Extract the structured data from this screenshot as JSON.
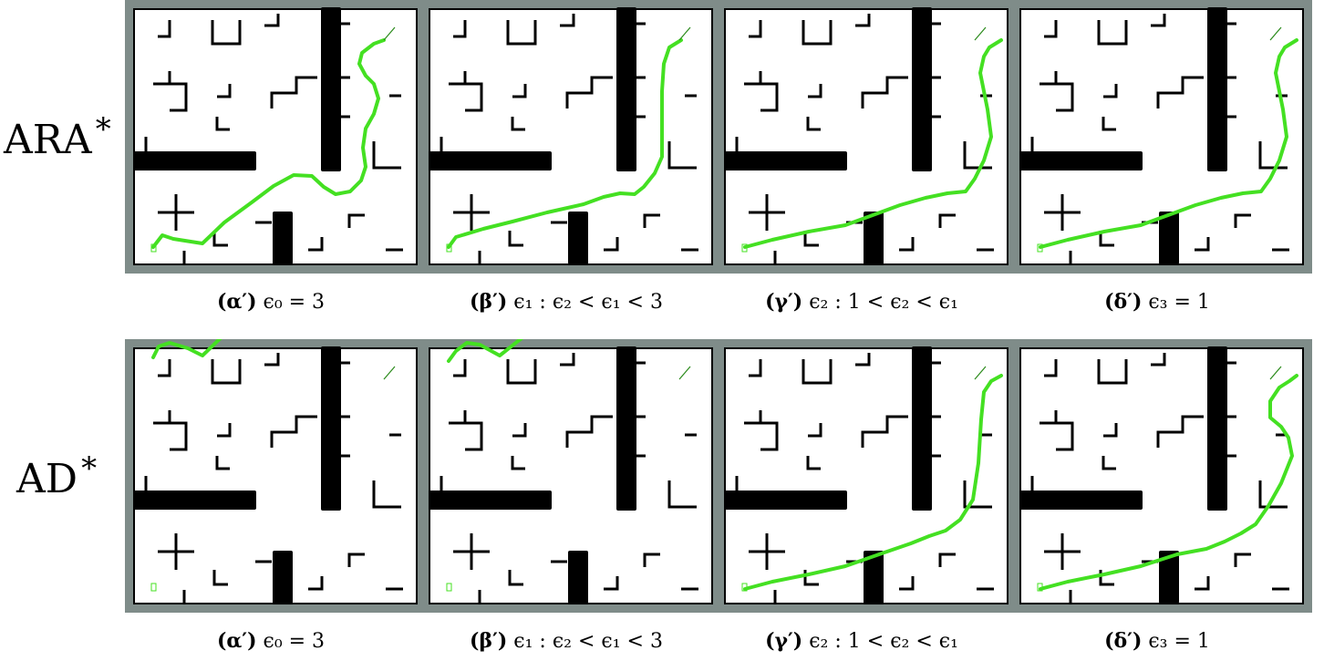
{
  "rows": [
    {
      "label": "ARA",
      "star": "*",
      "panels": [
        {
          "tag": "(α′)",
          "eq": "ϵ₀ = 3"
        },
        {
          "tag": "(β′)",
          "eq": "ϵ₁ : ϵ₂ < ϵ₁ < 3"
        },
        {
          "tag": "(γ′)",
          "eq": "ϵ₂ : 1 < ϵ₂ < ϵ₁"
        },
        {
          "tag": "(δ′)",
          "eq": "ϵ₃ = 1"
        }
      ]
    },
    {
      "label": "AD",
      "star": "*",
      "panels": [
        {
          "tag": "(α′)",
          "eq": "ϵ₀ = 3"
        },
        {
          "tag": "(β′)",
          "eq": "ϵ₁ : ϵ₂ < ϵ₁ < 3"
        },
        {
          "tag": "(γ′)",
          "eq": "ϵ₂ : 1 < ϵ₂ < ϵ₁"
        },
        {
          "tag": "(δ′)",
          "eq": "ϵ₃ = 1"
        }
      ]
    }
  ],
  "colors": {
    "border": "#7f8c89",
    "wall": "#000000",
    "path": "#44e022",
    "background": "#ffffff"
  }
}
